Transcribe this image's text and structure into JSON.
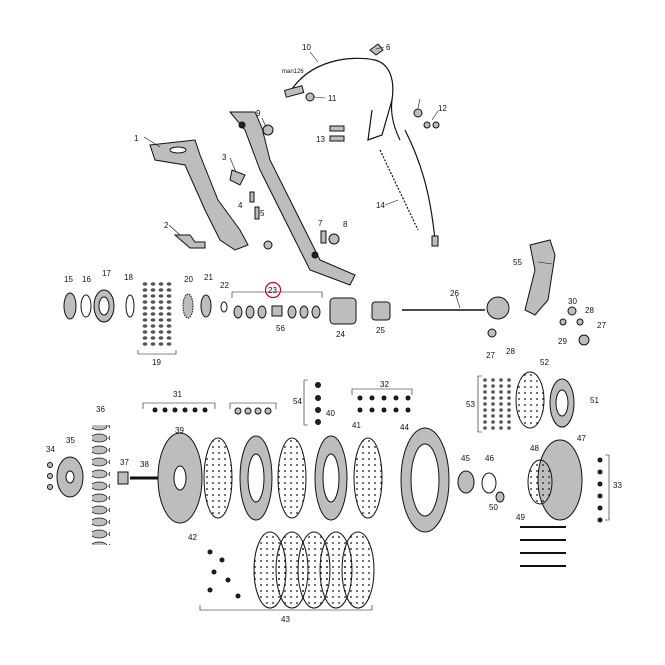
{
  "diagram": {
    "code": "man126",
    "callouts": [
      "1",
      "2",
      "3",
      "4",
      "5",
      "6",
      "7",
      "8",
      "9",
      "10",
      "11",
      "12",
      "13",
      "14",
      "15",
      "16",
      "17",
      "18",
      "19",
      "20",
      "21",
      "22",
      "23",
      "24",
      "25",
      "26",
      "27",
      "28",
      "29",
      "30",
      "31",
      "32",
      "33",
      "34",
      "35",
      "36",
      "37",
      "38",
      "39",
      "40",
      "41",
      "42",
      "43",
      "44",
      "45",
      "46",
      "47",
      "48",
      "49",
      "50",
      "51",
      "52",
      "53",
      "54",
      "55",
      "56"
    ],
    "highlighted_callout": "23",
    "colors": {
      "ink": "#111111",
      "fill": "#bdbdbd",
      "highlight": "#d0021b",
      "paper": "#ffffff"
    }
  }
}
